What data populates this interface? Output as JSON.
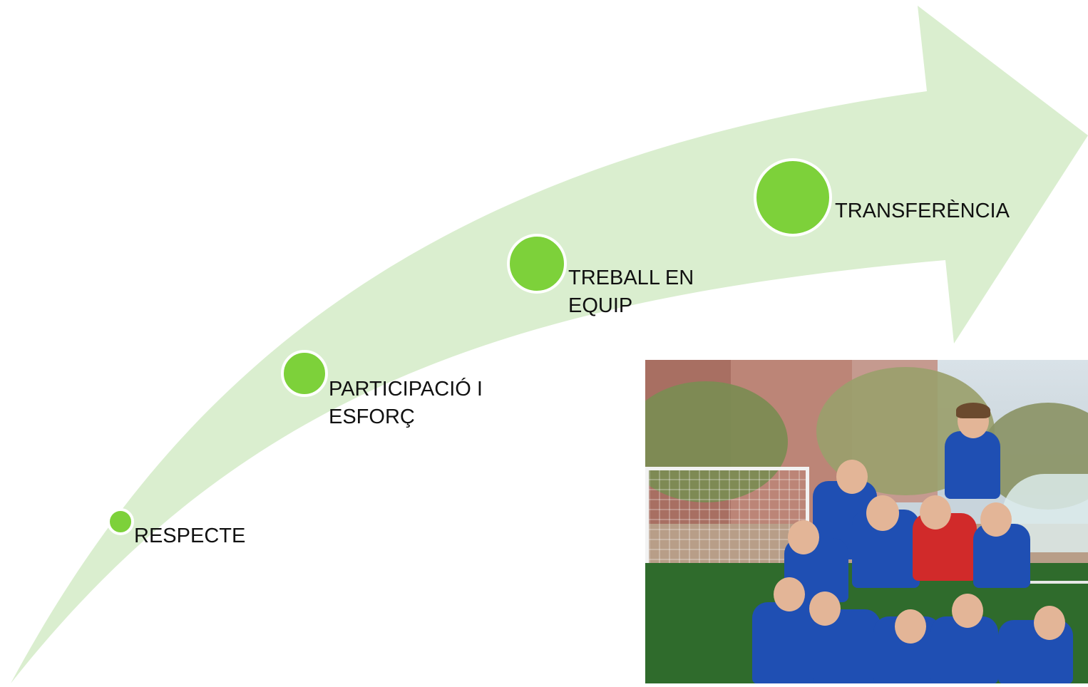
{
  "steps": [
    {
      "label": "RESPECTE"
    },
    {
      "label": "PARTICIPACIÓ I\nESFORÇ"
    },
    {
      "label": "TREBALL EN\nEQUIP"
    },
    {
      "label": "TRANSFERÈNCIA"
    }
  ],
  "colors": {
    "arrow": "#daeecf",
    "circle": "#7dd13a",
    "circle_stroke": "#ffffff",
    "text": "#111111"
  },
  "photo": {
    "icon": "team-photo"
  }
}
